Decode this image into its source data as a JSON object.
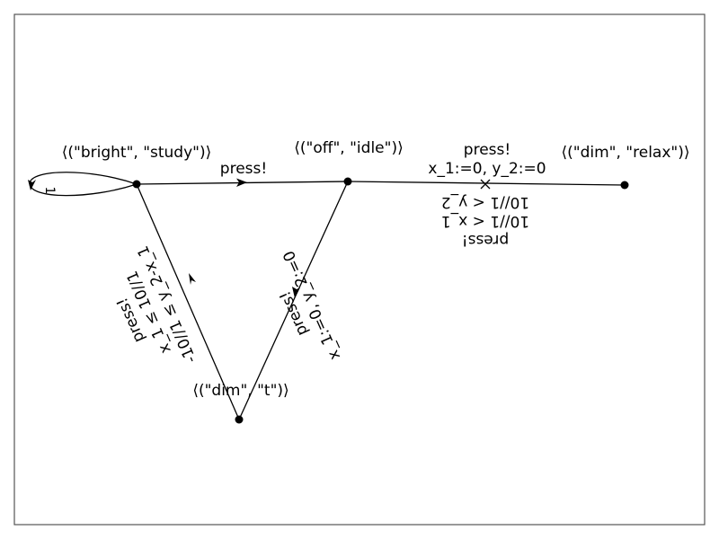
{
  "diagram": {
    "type": "state-transition-graph",
    "nodes": [
      {
        "id": "bright_study",
        "label": "⟨(\"bright\", \"study\")⟩"
      },
      {
        "id": "off_idle",
        "label": "⟨(\"off\", \"idle\")⟩"
      },
      {
        "id": "dim_relax",
        "label": "⟨(\"dim\", \"relax\")⟩"
      },
      {
        "id": "dim_t",
        "label": "⟨(\"dim\", \"t\")⟩"
      }
    ],
    "edges": [
      {
        "id": "e_bright_off",
        "from": "bright_study",
        "to": "off_idle",
        "lines": [
          "press!"
        ]
      },
      {
        "id": "e_off_relax",
        "from": "off_idle",
        "to": "dim_relax",
        "lines": [
          "press!",
          "x_1:=0, y_2:=0"
        ]
      },
      {
        "id": "e_relax_off",
        "from": "dim_relax",
        "to": "off_idle",
        "lines": [
          "press!",
          "10//1 < x_1",
          "10//1 < y_2"
        ]
      },
      {
        "id": "e_off_dimt",
        "from": "off_idle",
        "to": "dim_t",
        "lines": [
          "press!",
          "x_1:=0, y_2:=0"
        ]
      },
      {
        "id": "e_dimt_bright",
        "from": "dim_t",
        "to": "bright_study",
        "lines": [
          "press!",
          "x_1 ≤ 10//1",
          "-10//1 ≤ y_2-x_1"
        ]
      },
      {
        "id": "e_bright_self",
        "from": "bright_study",
        "to": "bright_study",
        "lines": [
          "1"
        ]
      }
    ]
  }
}
